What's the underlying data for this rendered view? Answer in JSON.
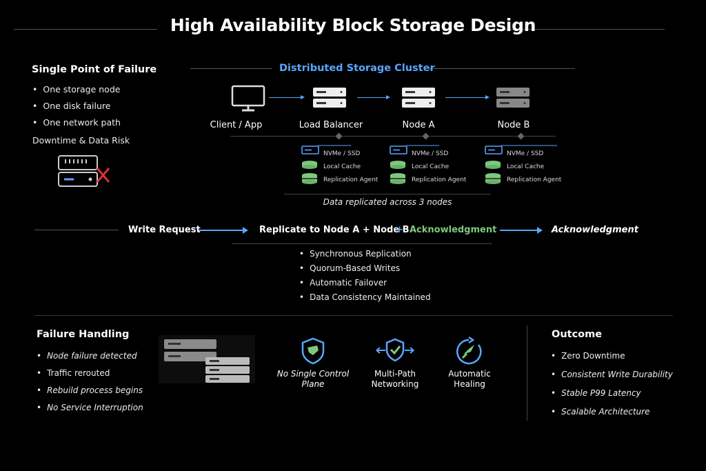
{
  "title": "High Availability Block Storage Design",
  "spof": {
    "heading": "Single Point of Failure",
    "items": [
      "One storage node",
      "One disk failure",
      "One network path"
    ],
    "risk": "Downtime & Data Risk"
  },
  "cluster": {
    "heading": "Distributed Storage Cluster",
    "nodes": [
      "Client / App",
      "Load Balancer",
      "Node A",
      "Node B"
    ],
    "components": [
      "NVMe / SSD",
      "Local Cache",
      "Replication Agent"
    ],
    "caption": "Data replicated across 3 nodes"
  },
  "flow": {
    "write": "Write Request",
    "replicate": "Replicate to Node A + Node B",
    "plus": "+",
    "ack_green": "Acknowledgment",
    "ack_final": "Acknowledgment",
    "features": [
      "Synchronous Replication",
      "Quorum-Based Writes",
      "Automatic Failover",
      "Data Consistency Maintained"
    ]
  },
  "failure": {
    "heading": "Failure Handling",
    "items": [
      "Node failure detected",
      "Traffic rerouted",
      "Rebuild process begins",
      "No Service Interruption"
    ]
  },
  "features": [
    {
      "label1": "No Single Control",
      "label2": "Plane",
      "icon": "shield-icon"
    },
    {
      "label1": "Multi-Path",
      "label2": "Networking",
      "icon": "network-shield-icon"
    },
    {
      "label1": "Automatic",
      "label2": "Healing",
      "icon": "healing-icon"
    }
  ],
  "outcome": {
    "heading": "Outcome",
    "items": [
      "Zero Downtime",
      "Consistent Write Durability",
      "Stable P99 Latency",
      "Scalable Architecture"
    ]
  },
  "colors": {
    "accent": "#58a6ff",
    "green": "#7ec87e",
    "danger": "#e03030",
    "bg": "#000000"
  }
}
